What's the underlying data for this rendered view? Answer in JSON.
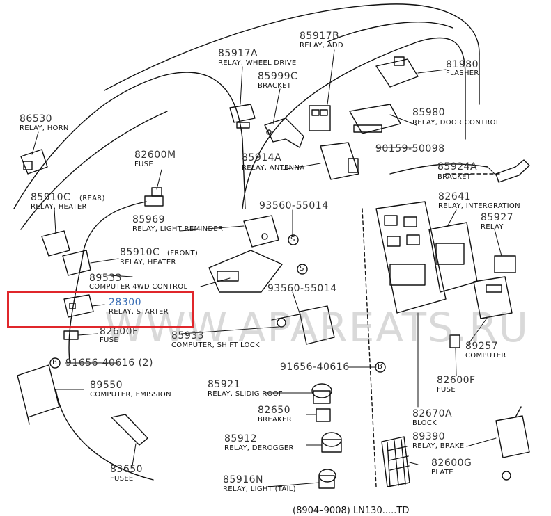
{
  "watermark": "WWW.APAREATS.RU",
  "footer": "(8904–9008) LN130.....TD",
  "highlight": {
    "color": "#e0262b",
    "part": "28300"
  },
  "colors": {
    "line": "#111111",
    "part_number": "#333333",
    "highlight_part_number": "#3b6fb6"
  },
  "callouts": [
    {
      "id": "c85917b",
      "part": "85917B",
      "desc": "RELAY, ADD"
    },
    {
      "id": "c85917a",
      "part": "85917A",
      "desc": "RELAY, WHEEL DRIVE"
    },
    {
      "id": "c85999c",
      "part": "85999C",
      "desc": "BRACKET"
    },
    {
      "id": "c81980",
      "part": "81980",
      "desc": "FLASHER"
    },
    {
      "id": "c86530",
      "part": "86530",
      "desc": "RELAY, HORN"
    },
    {
      "id": "c85980",
      "part": "85980",
      "desc": "RELAY, DOOR CONTROL"
    },
    {
      "id": "c82600m",
      "part": "82600M",
      "desc": "FUSE"
    },
    {
      "id": "c90159",
      "part": "90159-50098",
      "desc": ""
    },
    {
      "id": "c85914a",
      "part": "85914A",
      "desc": "RELAY, ANTENNA"
    },
    {
      "id": "c85924a",
      "part": "85924A",
      "desc": "BRACKET"
    },
    {
      "id": "c85910c_r",
      "part": "85910C",
      "suffix": "(REAR)",
      "desc": "RELAY, HEATER"
    },
    {
      "id": "c93560a",
      "part": "93560-55014",
      "desc": ""
    },
    {
      "id": "c82641",
      "part": "82641",
      "desc": "RELAY, INTERGRATION"
    },
    {
      "id": "c85969",
      "part": "85969",
      "desc": "RELAY, LIGHT REMINDER"
    },
    {
      "id": "c85927",
      "part": "85927",
      "desc": "RELAY"
    },
    {
      "id": "c85910c_f",
      "part": "85910C",
      "suffix": "(FRONT)",
      "desc": "RELAY, HEATER"
    },
    {
      "id": "c89533",
      "part": "89533",
      "desc": "COMPUTER 4WD CONTROL"
    },
    {
      "id": "c93560b",
      "part": "93560-55014",
      "desc": ""
    },
    {
      "id": "c28300",
      "part": "28300",
      "desc": "RELAY, STARTER"
    },
    {
      "id": "c82600f_l",
      "part": "82600F",
      "desc": "FUSE"
    },
    {
      "id": "c85933",
      "part": "85933",
      "desc": "COMPUTER, SHIFT LOCK"
    },
    {
      "id": "c89257",
      "part": "89257",
      "desc": "COMPUTER"
    },
    {
      "id": "c91656a",
      "part": "91656-40616 (2)",
      "desc": ""
    },
    {
      "id": "c91656b",
      "part": "91656-40616",
      "desc": ""
    },
    {
      "id": "c89550",
      "part": "89550",
      "desc": "COMPUTER, EMISSION"
    },
    {
      "id": "c82600f_r",
      "part": "82600F",
      "desc": "FUSE"
    },
    {
      "id": "c85921",
      "part": "85921",
      "desc": "RELAY, SLIDIG ROOF"
    },
    {
      "id": "c82650",
      "part": "82650",
      "desc": "BREAKER"
    },
    {
      "id": "c82670a",
      "part": "82670A",
      "desc": "BLOCK"
    },
    {
      "id": "c89390",
      "part": "89390",
      "desc": "RELAY, BRAKE"
    },
    {
      "id": "c85912",
      "part": "85912",
      "desc": "RELAY, DEROGGER"
    },
    {
      "id": "c82600g",
      "part": "82600G",
      "desc": "PLATE"
    },
    {
      "id": "c83650",
      "part": "83650",
      "desc": "FUSEE"
    },
    {
      "id": "c85916n",
      "part": "85916N",
      "desc": "RELAY, LIGHT (TAIL)"
    }
  ],
  "markers": [
    "S",
    "S",
    "B",
    "B"
  ]
}
